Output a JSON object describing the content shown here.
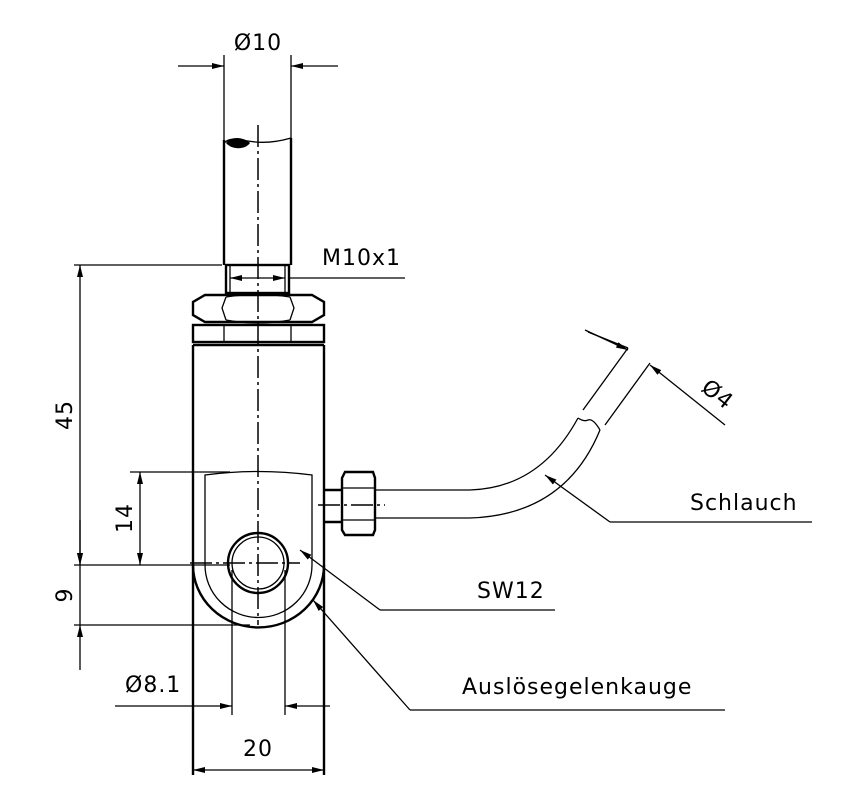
{
  "drawing": {
    "dimensions": {
      "rod_diameter": "Ø10",
      "thread": "M10x1",
      "total_height": "45",
      "slot_height": "14",
      "eye_offset": "9",
      "bore_diameter": "Ø8.1",
      "body_width": "20",
      "hose_diameter": "Ø4"
    },
    "callouts": {
      "hose": "Schlauch",
      "wrench_size": "SW12",
      "eye": "Auslösegelenkauge"
    }
  }
}
